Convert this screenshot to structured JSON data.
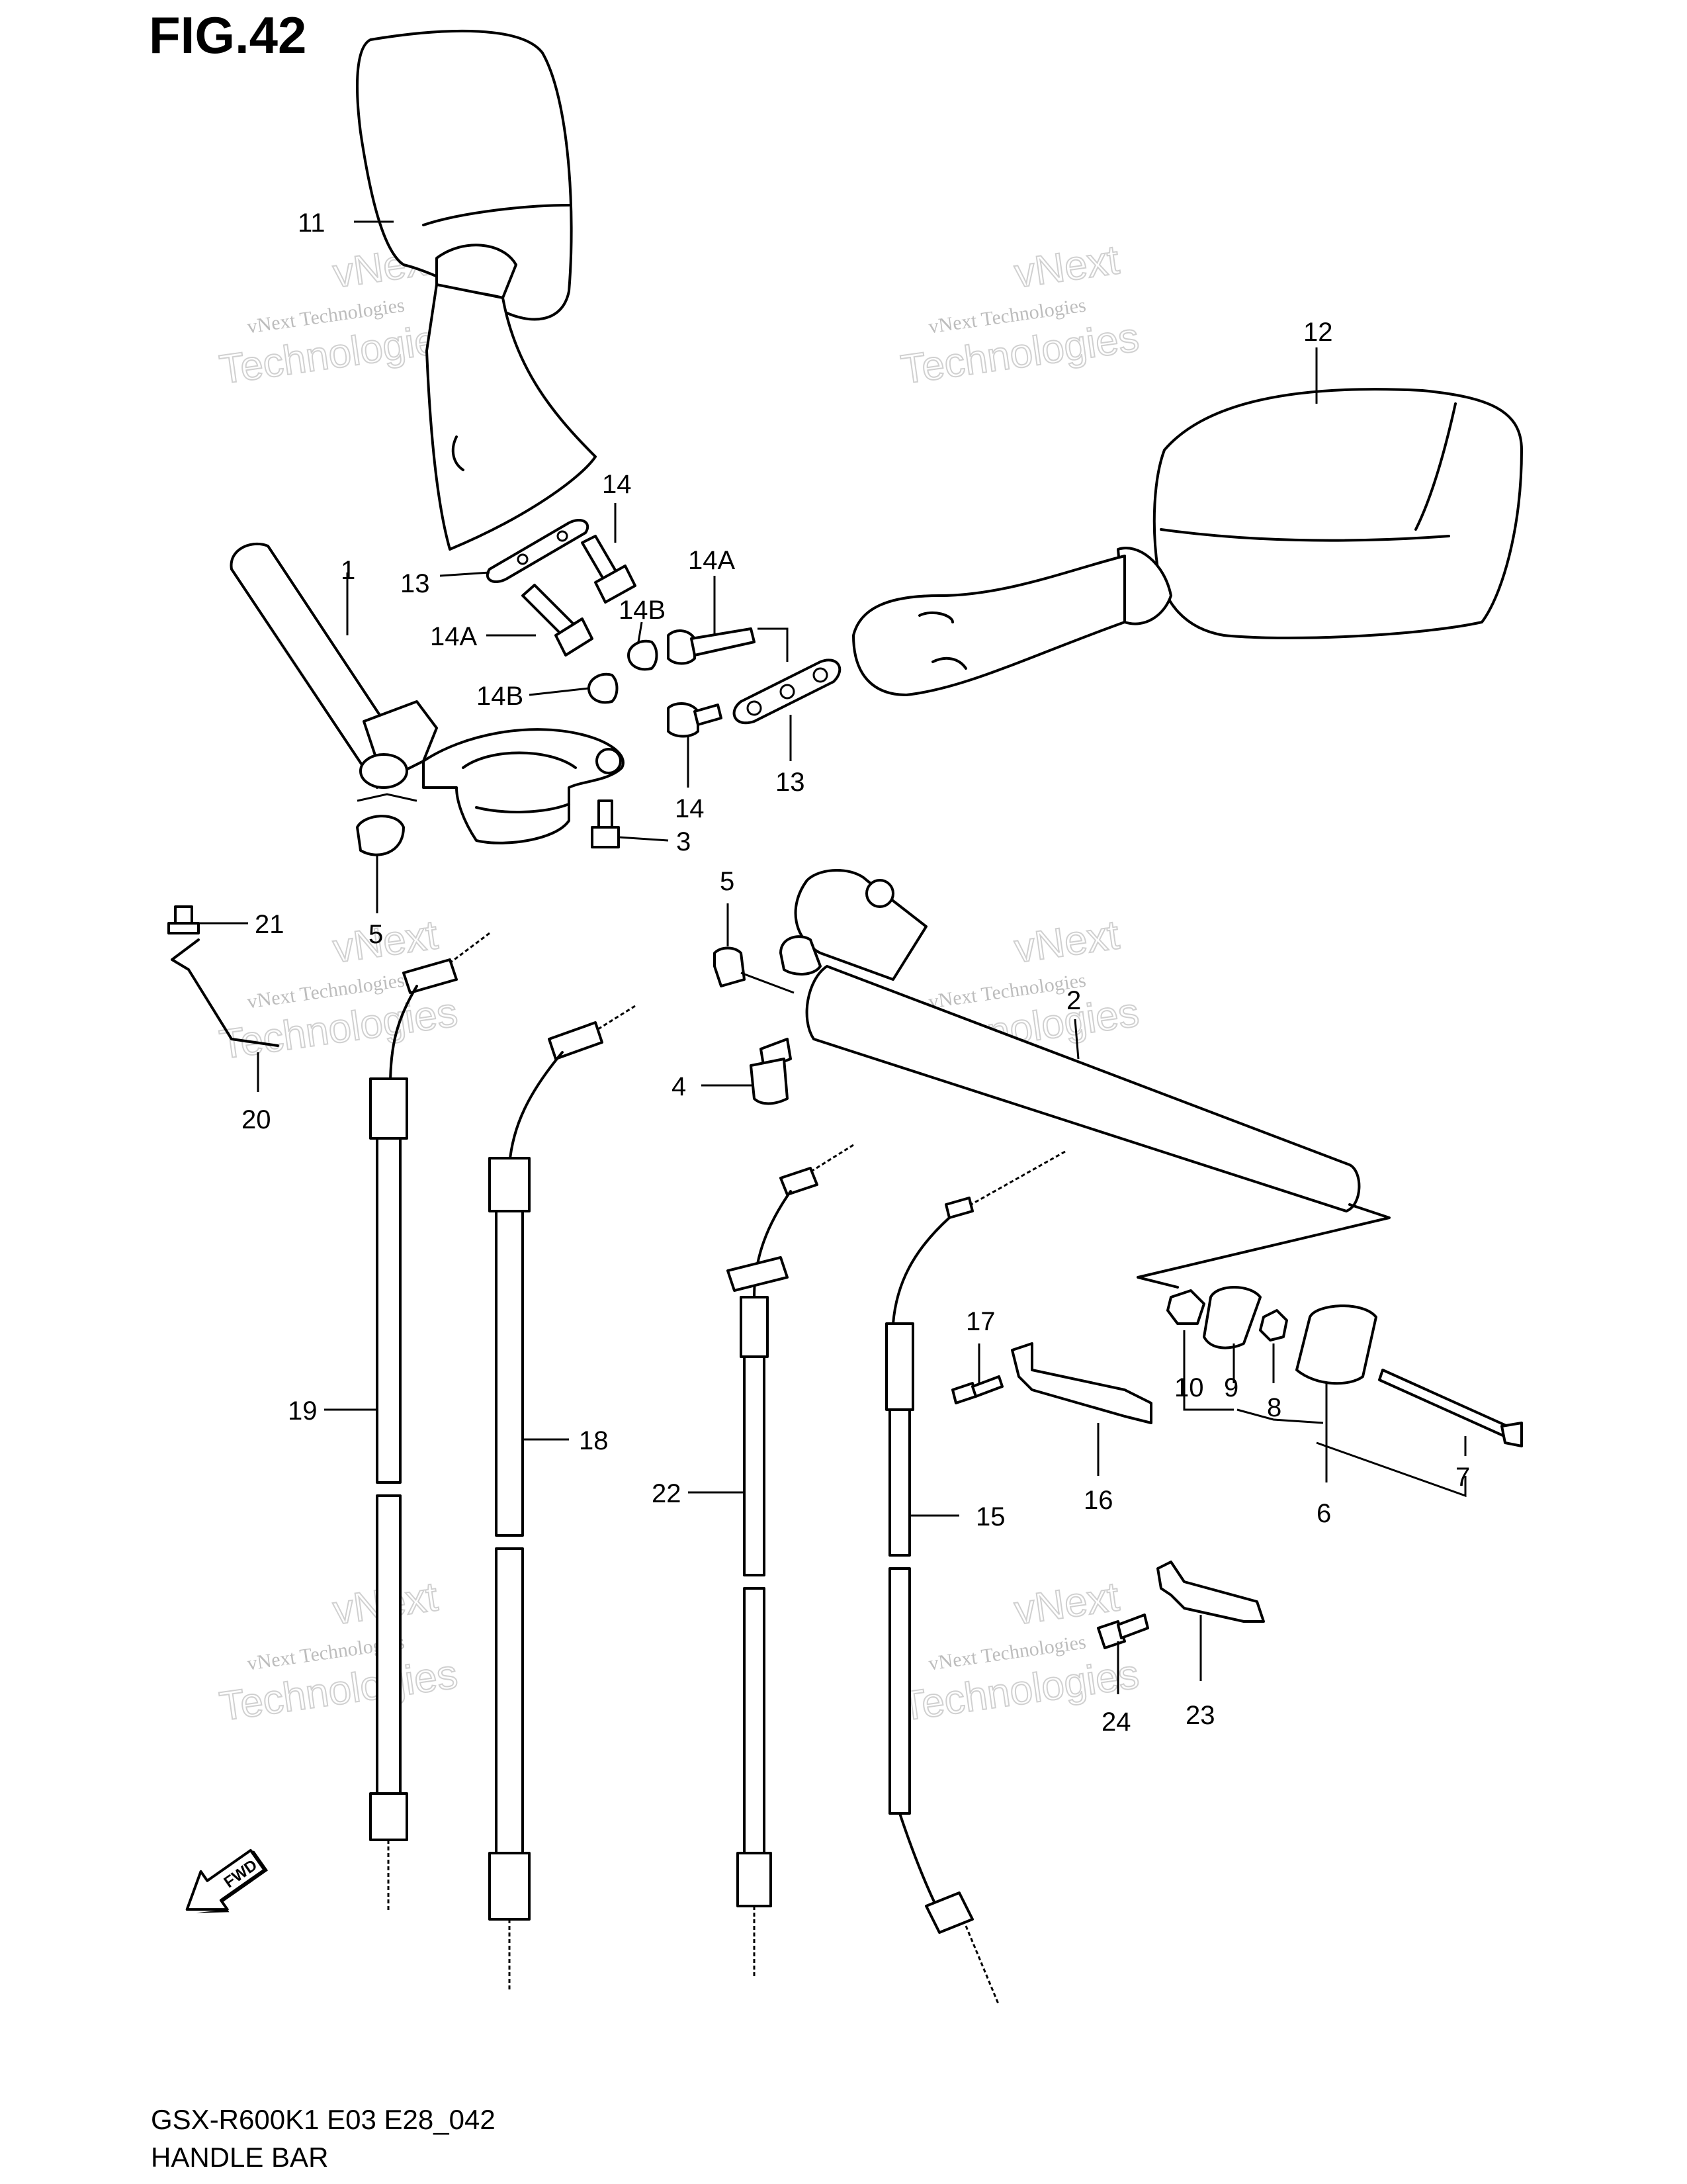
{
  "figure": {
    "title": "FIG.42",
    "model_code": "GSX-R600K1 E03 E28_042",
    "caption": "HANDLE BAR"
  },
  "watermark": {
    "line1": "vNext",
    "line2": "vNext Technologies",
    "line3": "Technologies"
  },
  "fwd_label": "FWD",
  "callouts": {
    "c1": "1",
    "c2": "2",
    "c3": "3",
    "c4": "4",
    "c5a": "5",
    "c5b": "5",
    "c6": "6",
    "c7": "7",
    "c8": "8",
    "c9": "9",
    "c10": "10",
    "c11": "11",
    "c12": "12",
    "c13a": "13",
    "c13b": "13",
    "c14a": "14",
    "c14b": "14",
    "c14Aa": "14A",
    "c14Ab": "14A",
    "c14Ba": "14B",
    "c14Bb": "14B",
    "c15": "15",
    "c16": "16",
    "c17": "17",
    "c18": "18",
    "c19": "19",
    "c20": "20",
    "c21": "21",
    "c22": "22",
    "c23": "23",
    "c24": "24"
  }
}
